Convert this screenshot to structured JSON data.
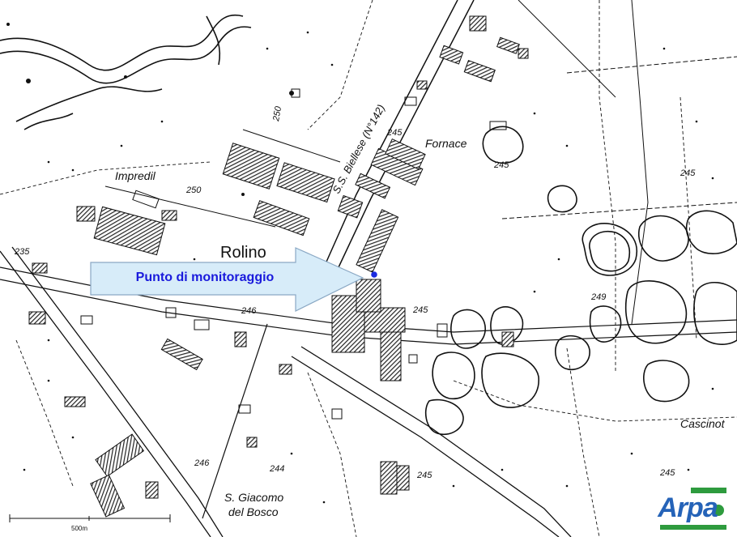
{
  "map": {
    "callout_label": "Punto di monitoraggio",
    "colors": {
      "callout_fill": "#d7ecf9",
      "callout_text": "#1a1adc",
      "marker": "#1a2ae0",
      "building_hatch": "#222222",
      "logo_blue": "#2563b8",
      "logo_green": "#2e9b3e"
    },
    "places": {
      "impredil": "Impredil",
      "rolino": "Rolino",
      "fornace": "Fornace",
      "cascinotto": "Cascinot",
      "giacomo_1": "S. Giacomo",
      "giacomo_2": "del Bosco"
    },
    "road": "S.S. Biellese (N°142)",
    "elevations": {
      "e235": "235",
      "e250a": "250",
      "e250b": "250",
      "e245a": "245",
      "e245b": "245",
      "e245c": "245",
      "e245d": "245",
      "e245e": "245",
      "e245f": "245",
      "e246a": "246",
      "e246b": "246",
      "e244": "244",
      "e249": "249"
    },
    "scale_label": "500m",
    "logo": {
      "text": "Arpa",
      "icon": "arpa-logo-icon"
    }
  }
}
